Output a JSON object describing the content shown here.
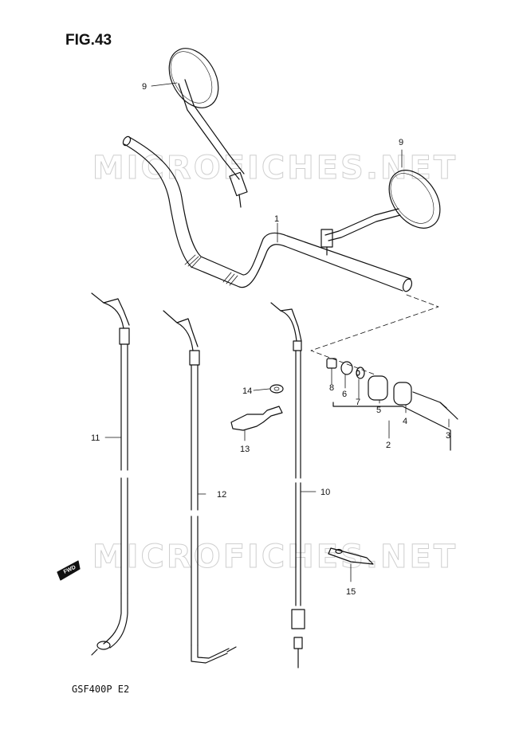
{
  "figure": {
    "title": "FIG.43",
    "model_code": "GSF400P  E2",
    "watermark": "MICROFICHES.NET",
    "fwd_label": "FWD"
  },
  "callouts": {
    "c1": "1",
    "c2": "2",
    "c3": "3",
    "c4": "4",
    "c5": "5",
    "c6": "6",
    "c7": "7",
    "c8": "8",
    "c9a": "9",
    "c9b": "9",
    "c10": "10",
    "c11": "11",
    "c12": "12",
    "c13": "13",
    "c14": "14",
    "c15": "15"
  },
  "colors": {
    "line": "#111111",
    "watermark": "#cfcfcf"
  }
}
